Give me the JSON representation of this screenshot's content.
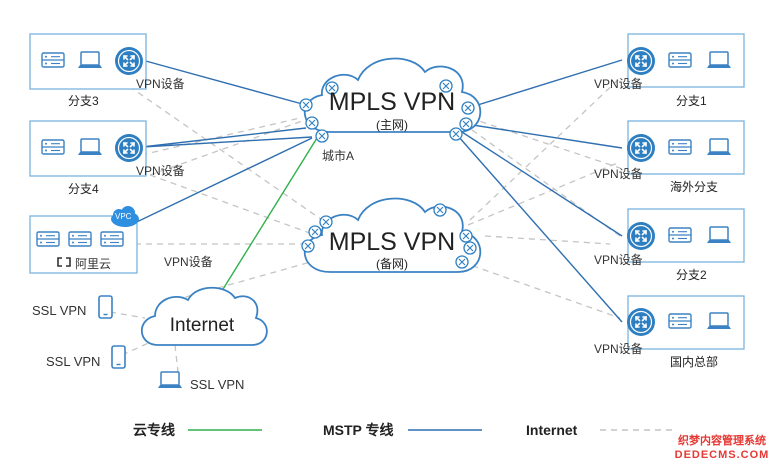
{
  "branches_left": {
    "b3": {
      "name": "分支3",
      "device": "VPN设备"
    },
    "b4": {
      "name": "分支4",
      "device": "VPN设备"
    },
    "aliyun": {
      "name": "阿里云",
      "badge": "VPC",
      "device": "VPN设备"
    }
  },
  "branches_right": {
    "b1": {
      "name": "分支1",
      "device": "VPN设备"
    },
    "overseas": {
      "name": "海外分支",
      "device": "VPN设备"
    },
    "b2": {
      "name": "分支2",
      "device": "VPN设备"
    },
    "hq": {
      "name": "国内总部",
      "device": "VPN设备"
    }
  },
  "clouds": {
    "main": {
      "title": "MPLS VPN",
      "subtitle": "(主网)",
      "city": "城市A"
    },
    "backup": {
      "title": "MPLS VPN",
      "subtitle": "(备网)"
    },
    "internet": {
      "title": "Internet"
    }
  },
  "ssl": {
    "a": "SSL VPN",
    "b": "SSL VPN",
    "c": "SSL VPN"
  },
  "legend": {
    "cloud_line": "云专线",
    "mstp_line": "MSTP 专线",
    "internet_line": "Internet"
  },
  "colors": {
    "mstp": "#2f6fb0",
    "cloud_line": "#2fb14a",
    "internet_line": "#c4c4c4",
    "frame": "#7ab3de",
    "router": "#2e7fc1"
  },
  "watermark": {
    "line1": "织梦内容管理系统",
    "line2": "DEDECMS.COM"
  }
}
